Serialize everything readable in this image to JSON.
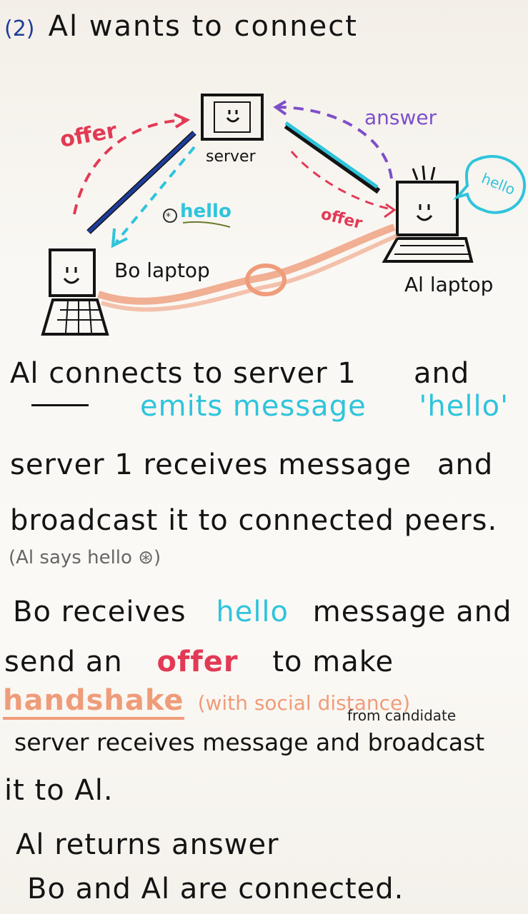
{
  "header": {
    "step": "(2)",
    "title": "Al wants to connect"
  },
  "diagram": {
    "server_label": "server",
    "bo_label": "Bo laptop",
    "al_label": "Al laptop",
    "offer_top": "offer",
    "answer_top": "answer",
    "hello_label": "hello",
    "offer_right": "offer",
    "bubble_text": "hello"
  },
  "notes": {
    "l1a": "Al connects to server 1",
    "l1b": "and",
    "l2a": "emits message",
    "l2b": "'hello'",
    "l3a": "server 1 receives message",
    "l3b": "and",
    "l4": "broadcast it to connected peers.",
    "l5": "(Al says hello ⊛)",
    "l6a": "Bo receives",
    "l6b": "hello",
    "l6c": "message and",
    "l7a": "send an",
    "l7b": "offer",
    "l7c": "to make",
    "l8a": "handshake",
    "l8b": "(with social distance)",
    "l9note": "from candidate",
    "l9": "server receives message and broadcast",
    "l10": "it to Al.",
    "l11": "Al returns answer",
    "l12": "Bo and Al are connected."
  },
  "colors": {
    "ink": "#141414",
    "navy": "#1d3d9a",
    "cyan": "#2fc4dc",
    "red": "#e23a55",
    "purple": "#7d4fc9",
    "peach": "#ef9c7a"
  }
}
